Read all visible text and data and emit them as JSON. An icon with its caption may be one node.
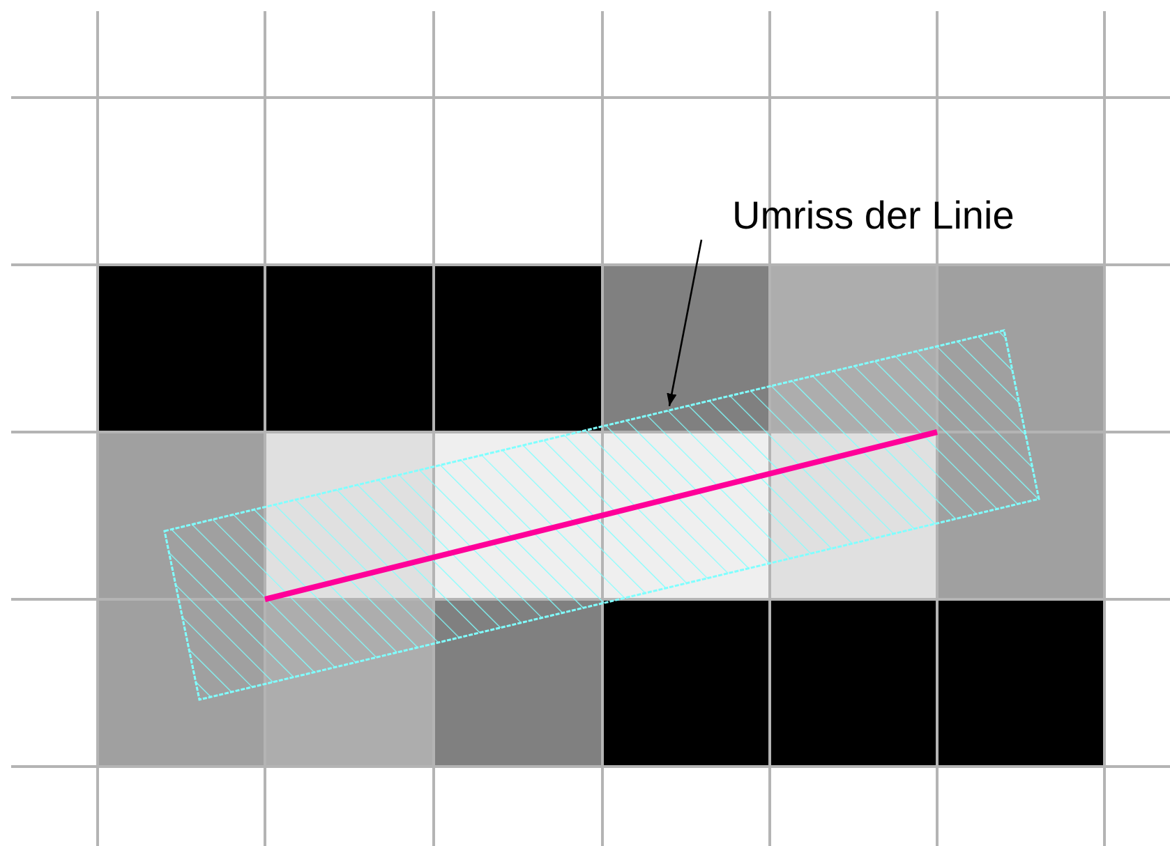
{
  "diagram": {
    "nodes": [
      {
        "text": [
          "Umriss der Linie"
        ]
      },
      {
        "text": [],
        "shape": "box"
      }
    ],
    "edges": [
      {
        "from": 0,
        "to": 1,
        "arrow": "to"
      }
    ]
  }
}
